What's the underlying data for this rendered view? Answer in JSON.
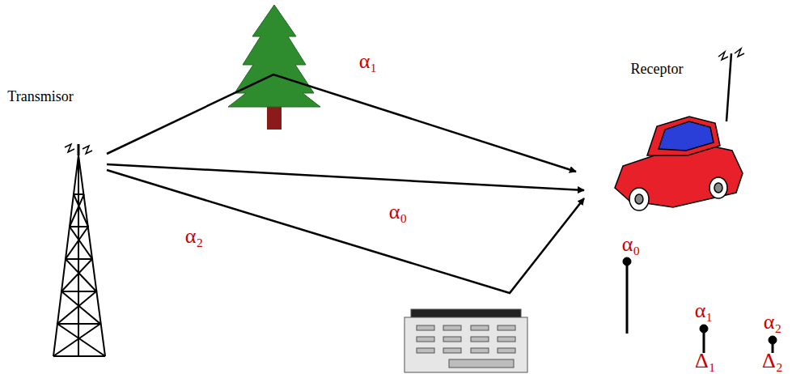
{
  "diagram": {
    "labels": [
      "Transmisor",
      "Receptor",
      "α₁",
      "α₀",
      "α₂",
      "α₀",
      "α₁",
      "α₂",
      "Δ₁",
      "Δ₂"
    ]
  }
}
